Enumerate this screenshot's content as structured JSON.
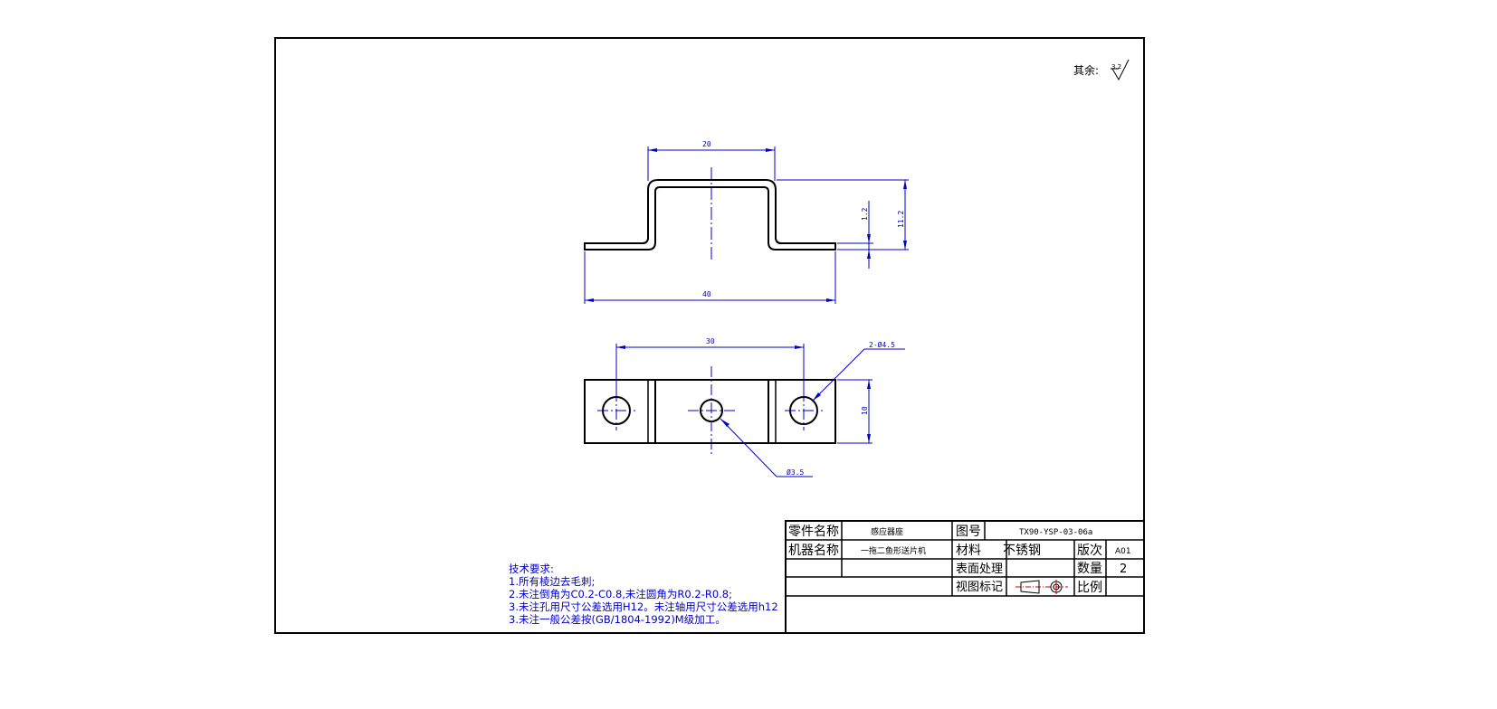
{
  "surface_roughness": {
    "label": "其余:",
    "value": "3.2"
  },
  "dimensions": {
    "top_width": "20",
    "overall_length": "40",
    "thickness": "1.2",
    "height": "11.2",
    "hole_spacing": "30",
    "side_hole": "2-Ø4.5",
    "width": "10",
    "center_hole": "Ø3.5"
  },
  "tech_requirements": {
    "title": "技术要求:",
    "items": [
      "1.所有棱边去毛刺;",
      "2.未注倒角为C0.2-C0.8,未注圆角为R0.2-R0.8;",
      "3.未注孔用尺寸公差选用H12。未注轴用尺寸公差选用h12",
      "3.未注一般公差按(GB/1804-1992)M级加工。"
    ]
  },
  "title_block": {
    "part_name_label": "零件名称",
    "part_name": "感应器座",
    "drawing_no_label": "图号",
    "drawing_no": "TX90-YSP-03-06a",
    "machine_name_label": "机器名称",
    "machine_name": "一拖二鱼形送片机",
    "material_label": "材料",
    "material": "不锈钢",
    "revision_label": "版次",
    "revision": "A01",
    "surface_treatment_label": "表面处理",
    "quantity_label": "数量",
    "quantity": "2",
    "view_mark_label": "视图标记",
    "scale_label": "比例"
  }
}
